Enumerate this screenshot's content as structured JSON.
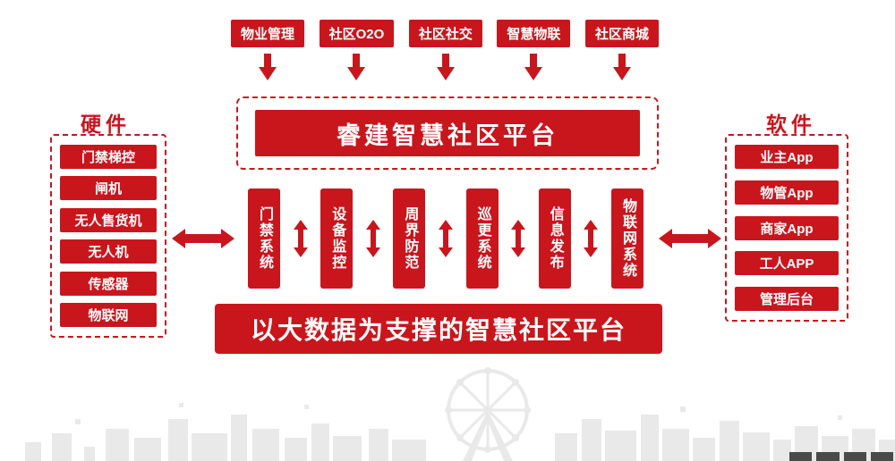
{
  "colors": {
    "accent": "#c9161d",
    "skyline": "#e9e9e9",
    "watermark": "#4a4a4a"
  },
  "top_modules": {
    "items": [
      {
        "label": "物业管理"
      },
      {
        "label": "社区O2O"
      },
      {
        "label": "社区社交"
      },
      {
        "label": "智慧物联"
      },
      {
        "label": "社区商城"
      }
    ]
  },
  "platform": {
    "title": "睿建智慧社区平台"
  },
  "hardware": {
    "title": "硬件",
    "items": [
      {
        "label": "门禁梯控"
      },
      {
        "label": "闸机"
      },
      {
        "label": "无人售货机"
      },
      {
        "label": "无人机"
      },
      {
        "label": "传感器"
      },
      {
        "label": "物联网"
      }
    ]
  },
  "software": {
    "title": "软件",
    "items": [
      {
        "label": "业主App"
      },
      {
        "label": "物管App"
      },
      {
        "label": "商家App"
      },
      {
        "label": "工人APP"
      },
      {
        "label": "管理后台"
      }
    ]
  },
  "systems": {
    "items": [
      {
        "label": "门禁系统"
      },
      {
        "label": "设备监控"
      },
      {
        "label": "周界防范"
      },
      {
        "label": "巡更系统"
      },
      {
        "label": "信息发布"
      },
      {
        "label": "物联网系统"
      }
    ]
  },
  "banner": {
    "title": "以大数据为支撑的智慧社区平台"
  },
  "icons": {
    "down_arrow": "solid red downward arrow",
    "vertical_double_arrow": "red up-down double arrow",
    "horizontal_double_arrow": "red left-right double arrow"
  }
}
